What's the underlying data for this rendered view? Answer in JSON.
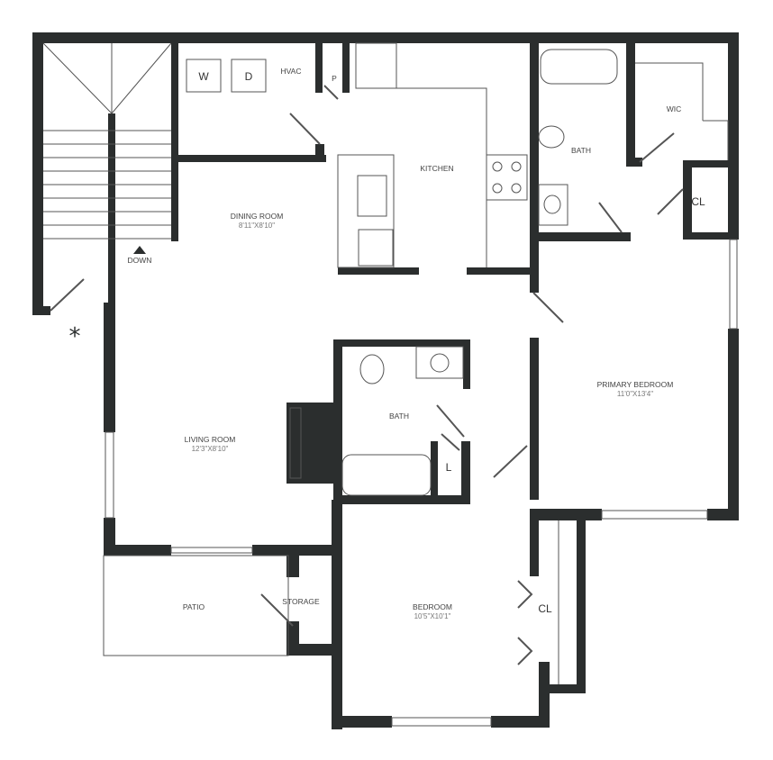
{
  "colors": {
    "wall": "#2b2e2e",
    "fixture_line": "#555555",
    "background": "#ffffff"
  },
  "rooms": {
    "dining": {
      "name": "DINING ROOM",
      "size": "8'11\"X8'10\""
    },
    "living": {
      "name": "LIVING ROOM",
      "size": "12'3\"X8'10\""
    },
    "primary": {
      "name": "PRIMARY BEDROOM",
      "size": "11'0\"X13'4\""
    },
    "bedroom": {
      "name": "BEDROOM",
      "size": "10'5\"X10'1\""
    },
    "kitchen": {
      "name": "KITCHEN"
    },
    "bath1": {
      "name": "BATH"
    },
    "bath2": {
      "name": "BATH"
    },
    "wic": {
      "name": "WIC"
    },
    "cl1": {
      "name": "CL"
    },
    "cl2": {
      "name": "CL"
    },
    "linen": {
      "name": "L"
    },
    "hvac": {
      "name": "HVAC"
    },
    "pantry": {
      "name": "P"
    },
    "patio": {
      "name": "PATIO"
    },
    "storage": {
      "name": "STORAGE"
    }
  },
  "appliances": {
    "washer": "W",
    "dryer": "D"
  },
  "stairs": {
    "label": "DOWN"
  },
  "entry_marker": "*"
}
